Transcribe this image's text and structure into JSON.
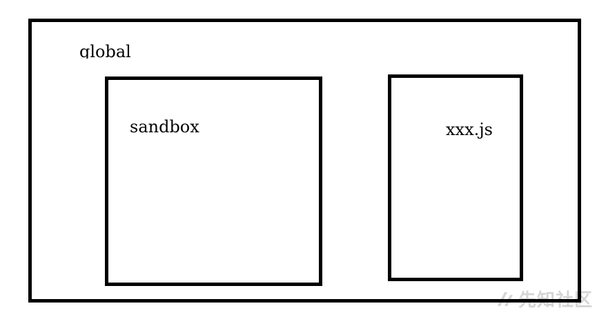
{
  "diagram": {
    "outer_label": "global",
    "inner_boxes": [
      {
        "label": "sandbox"
      },
      {
        "label": "xxx.js"
      }
    ]
  },
  "watermark": {
    "text": "先知社区"
  },
  "colors": {
    "stroke": "#000000",
    "background": "#ffffff"
  }
}
